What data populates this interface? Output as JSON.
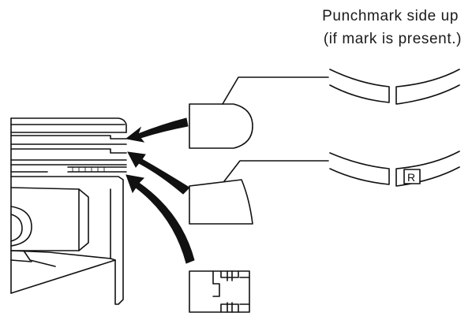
{
  "caption": {
    "line1": "Punchmark side up",
    "line2": "(if mark is present.)"
  },
  "ring_mark": {
    "label": "R"
  },
  "icons": [
    "piston-icon",
    "top-ring-icon",
    "second-ring-icon",
    "oil-ring-icon",
    "arrow-icon"
  ]
}
